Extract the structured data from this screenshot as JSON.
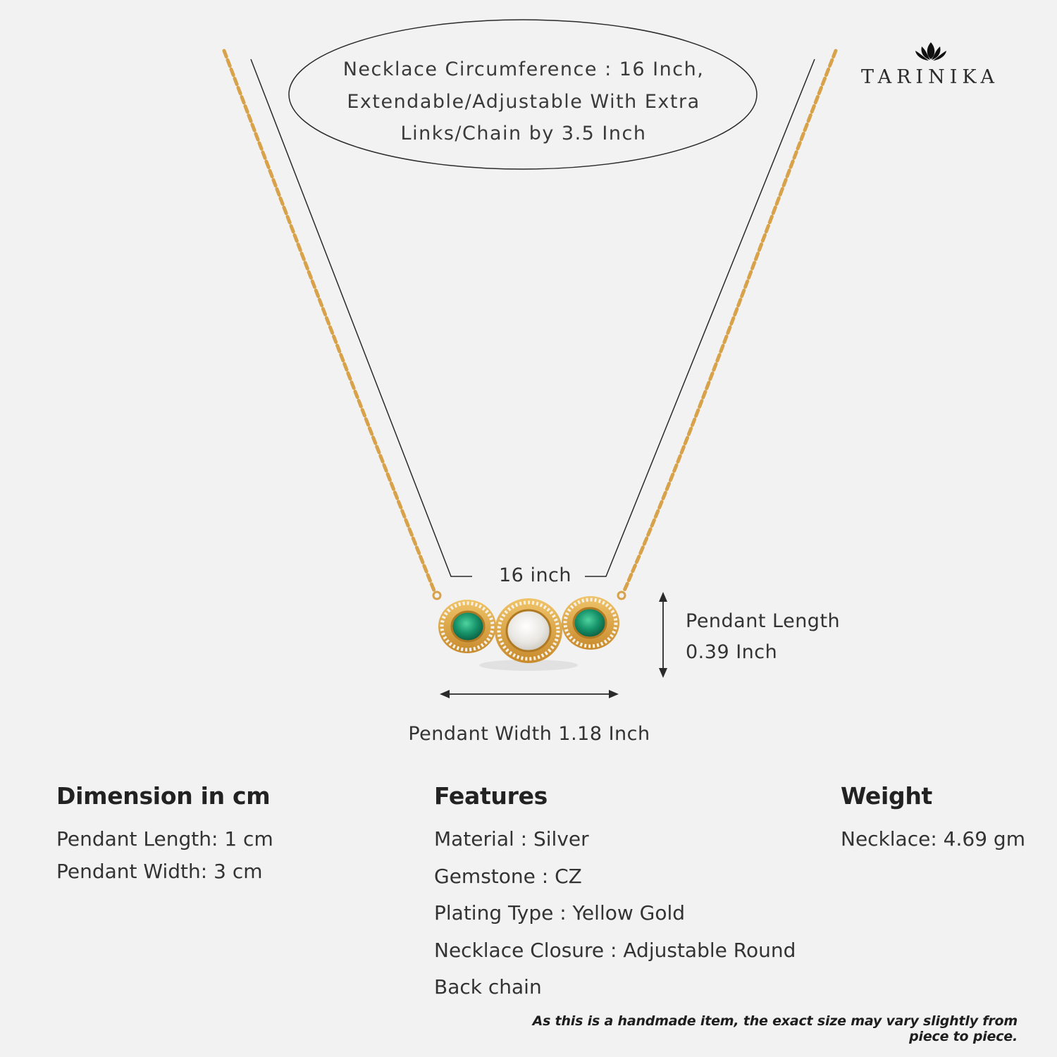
{
  "brand": {
    "name": "TARINIKA",
    "logo_icon": "lotus-icon"
  },
  "circumference_note": {
    "line1": "Necklace Circumference : 16 Inch,",
    "line2": "Extendable/Adjustable With Extra",
    "line3": "Links/Chain by 3.5 Inch"
  },
  "labels": {
    "chain_length": "16 inch",
    "pendant_length_title": "Pendant Length",
    "pendant_length_value": "0.39 Inch",
    "pendant_width": "Pendant Width 1.18 Inch"
  },
  "dimension": {
    "heading": "Dimension in cm",
    "items": [
      "Pendant Length: 1 cm",
      "Pendant Width: 3 cm"
    ]
  },
  "features": {
    "heading": "Features",
    "items": [
      "Material : Silver",
      "Gemstone : CZ",
      "Plating Type : Yellow Gold",
      "Necklace Closure : Adjustable Round",
      "Back chain"
    ]
  },
  "weight": {
    "heading": "Weight",
    "items": [
      "Necklace: 4.69 gm"
    ]
  },
  "disclaimer": "As this is a handmade item, the exact size may vary slightly from piece to piece.",
  "colors": {
    "background": "#f2f2f2",
    "gold": "#d7a24a",
    "emerald": "#1f9a6a",
    "text": "#2a2a2a"
  }
}
